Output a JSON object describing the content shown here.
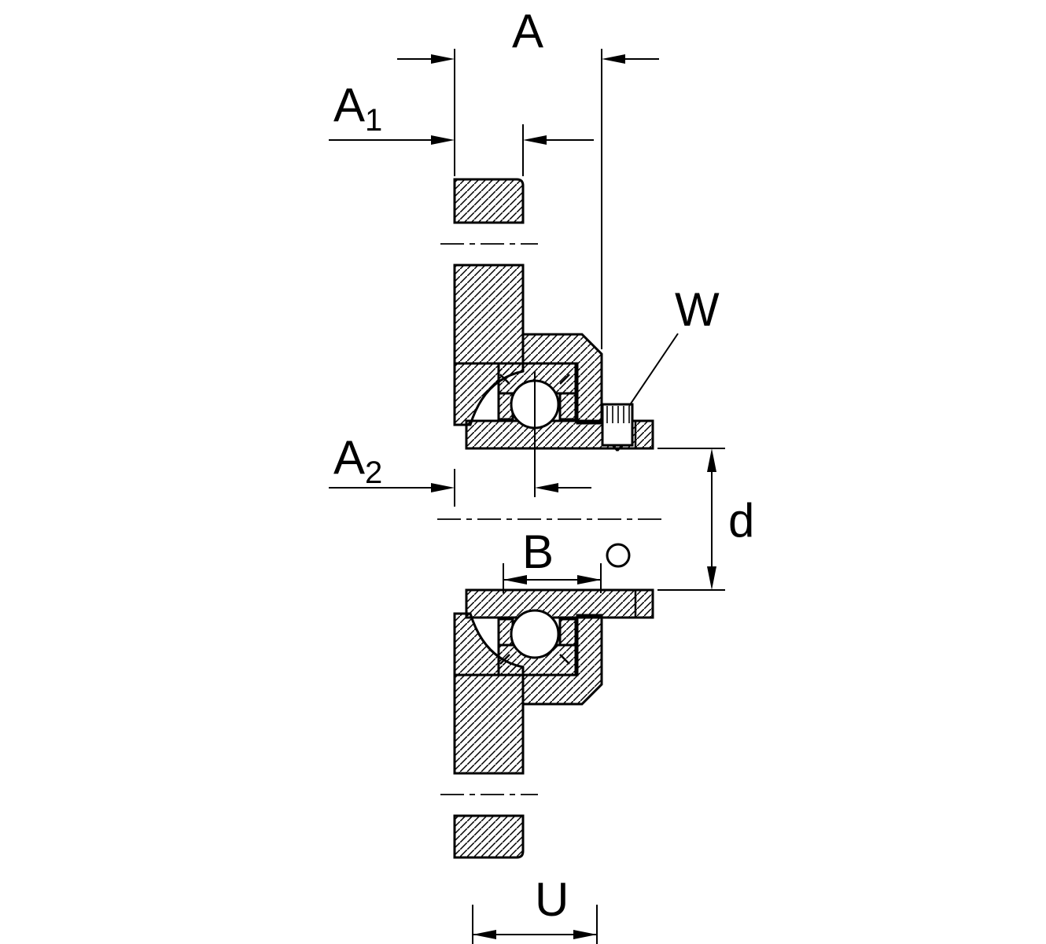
{
  "drawing": {
    "type": "technical-section-drawing",
    "subject": "flanged-bearing-housing-unit",
    "colors": {
      "line": "#000000",
      "background": "#ffffff"
    },
    "dimensions": {
      "A": {
        "label": "A"
      },
      "A1": {
        "label": "A",
        "sub": "1"
      },
      "A2": {
        "label": "A",
        "sub": "2"
      },
      "B": {
        "label": "B"
      },
      "W": {
        "label": "W"
      },
      "d": {
        "label": "d"
      },
      "U": {
        "label": "U"
      }
    }
  }
}
